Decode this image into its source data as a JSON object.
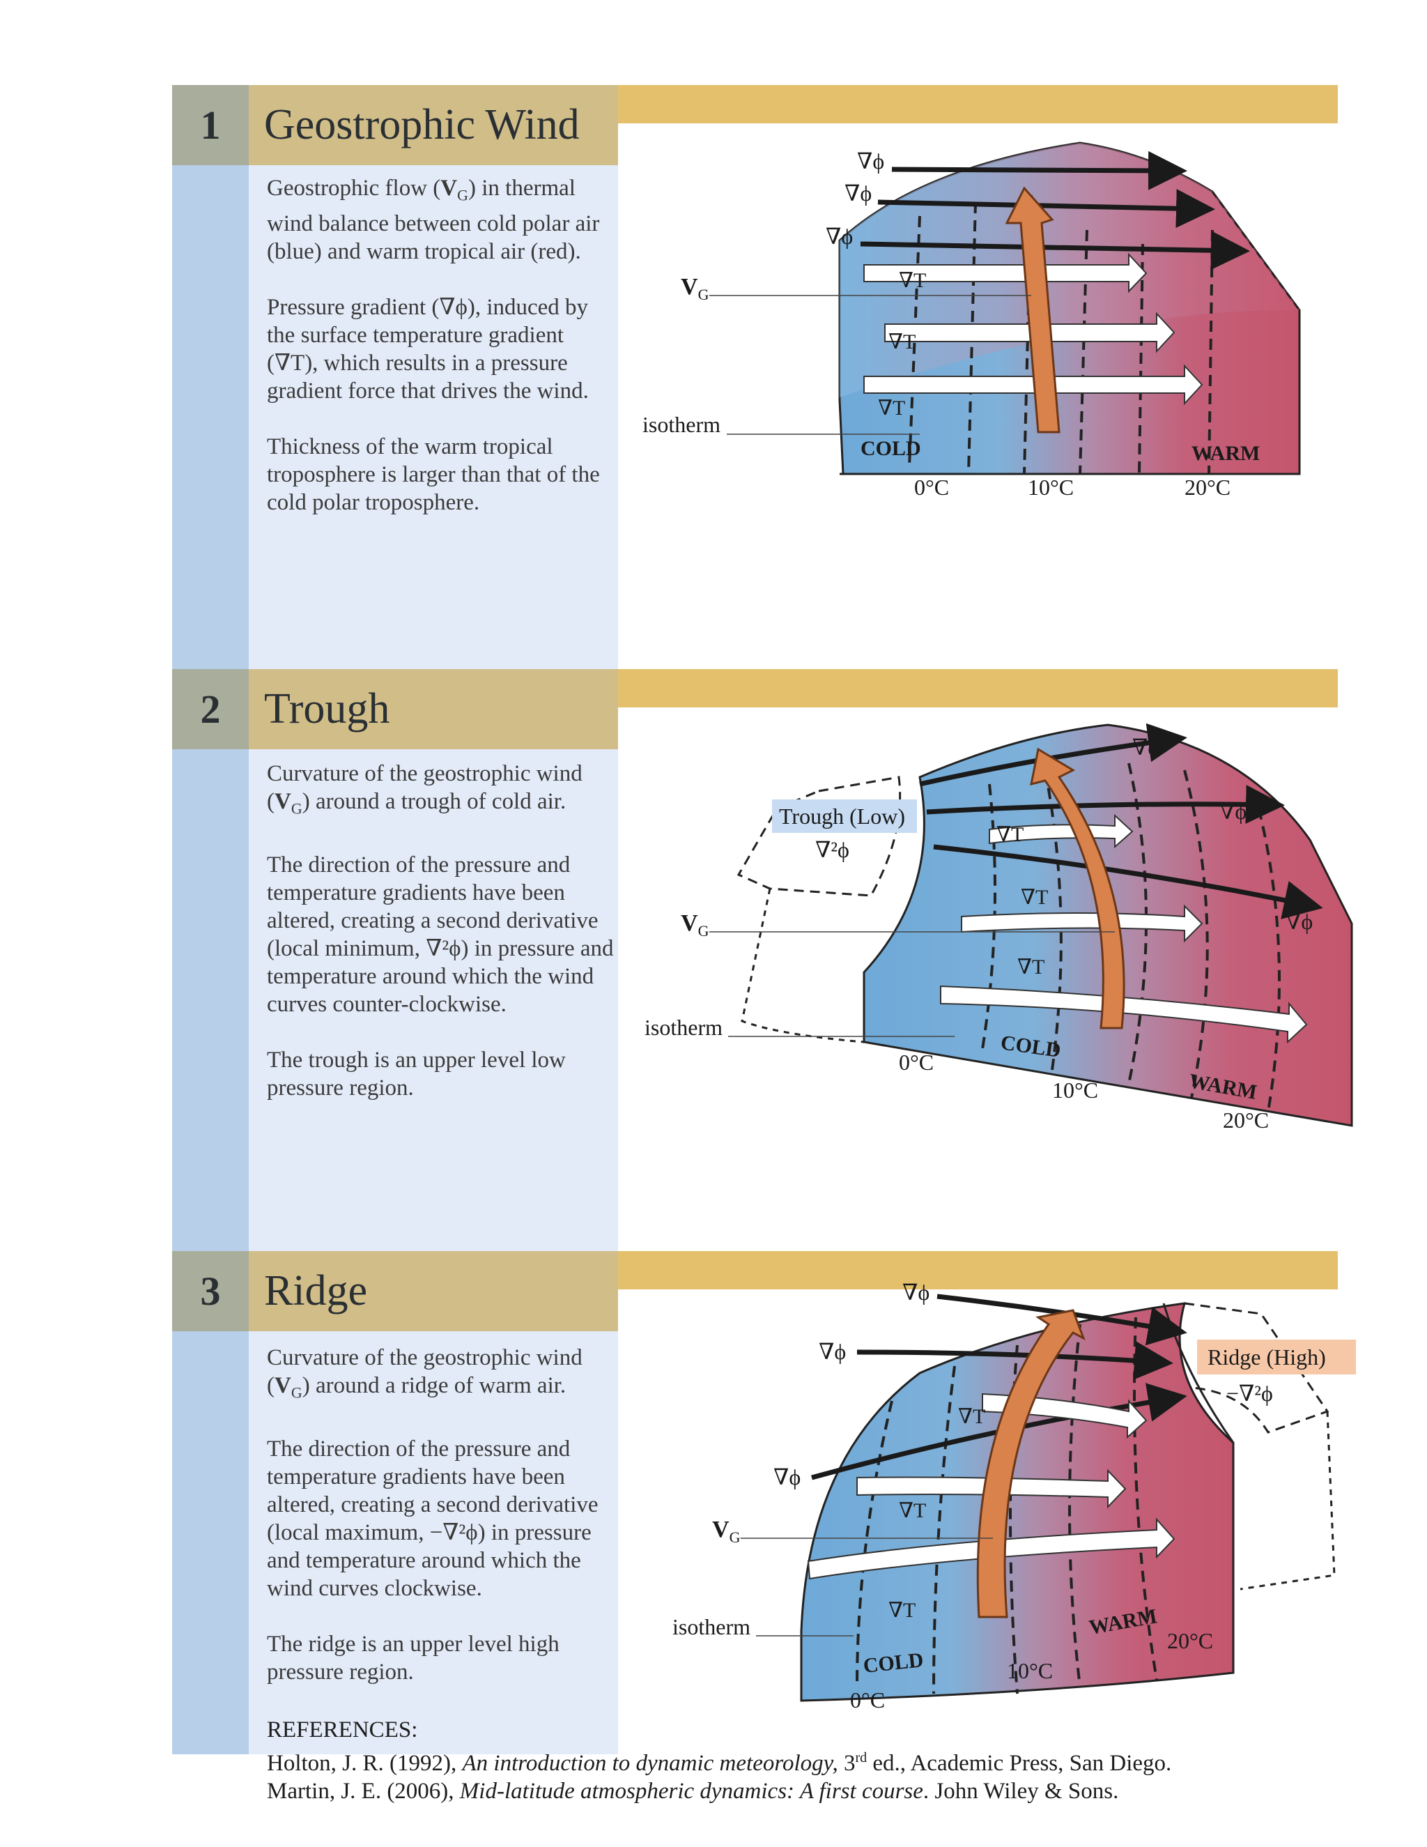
{
  "sections": [
    {
      "number": "1",
      "title": "Geostrophic Wind",
      "paragraphs": [
        [
          "Geostrophic flow (",
          "V",
          "G",
          ") in thermal wind balance between cold polar air (blue) and warm tropical air (red)."
        ],
        [
          "Pressure gradient (∇ϕ), induced by the surface temperature gradient (∇T), which results in a pressure gradient force that drives the wind."
        ],
        [
          "Thickness of the warm tropical troposphere is larger than that of the cold polar troposphere."
        ]
      ],
      "figure": {
        "grad_phi": "∇ϕ",
        "grad_t": "∇T",
        "vg": "V",
        "vg_sub": "G",
        "isotherm": "isotherm",
        "cold": "COLD",
        "warm": "WARM",
        "temps": [
          "0°C",
          "10°C",
          "20°C"
        ]
      }
    },
    {
      "number": "2",
      "title": "Trough",
      "paragraphs": [
        [
          "Curvature of the geostrophic wind (",
          "V",
          "G",
          ") around a trough of cold air."
        ],
        [
          "The direction of the pressure and temperature gradients have been altered, creating a second derivative (local minimum, ∇²ϕ) in pressure and temperature around which the wind curves counter-clockwise."
        ],
        [
          "The trough is an upper level low pressure region."
        ]
      ],
      "figure": {
        "grad_phi": "∇ϕ",
        "grad_t": "∇T",
        "vg": "V",
        "vg_sub": "G",
        "isotherm": "isotherm",
        "cold": "COLD",
        "warm": "WARM",
        "temps": [
          "0°C",
          "10°C",
          "20°C"
        ],
        "feature_label": "Trough (Low)",
        "feature_symbol": "∇²ϕ"
      }
    },
    {
      "number": "3",
      "title": "Ridge",
      "paragraphs": [
        [
          "Curvature of the geostrophic wind (",
          "V",
          "G",
          ") around a ridge of warm air."
        ],
        [
          "The direction of the pressure and temperature gradients have been altered, creating a second derivative (local maximum, −∇²ϕ) in pressure and temperature around which the wind curves clockwise."
        ],
        [
          "The ridge is an upper level high pressure region."
        ]
      ],
      "figure": {
        "grad_phi": "∇ϕ",
        "grad_t": "∇T",
        "vg": "V",
        "vg_sub": "G",
        "isotherm": "isotherm",
        "cold": "COLD",
        "warm": "WARM",
        "temps": [
          "0°C",
          "10°C",
          "20°C"
        ],
        "feature_label": "Ridge (High)",
        "feature_symbol": "−∇²ϕ"
      }
    }
  ],
  "references": {
    "heading": "REFERENCES:",
    "ref1": {
      "pre": "Holton, J. R. (1992), ",
      "title": "An introduction to dynamic meteorology,",
      "edition": " 3",
      "sup": "rd",
      "post": " ed., Academic Press, San Diego."
    },
    "ref2": {
      "pre": "Martin, J. E. (2006), ",
      "title": "Mid-latitude atmospheric dynamics: A first course",
      "post": ". John Wiley & Sons."
    }
  },
  "colors": {
    "cold": "#6ea9d8",
    "warm": "#c4566c",
    "number_col": "#b7cfe9",
    "text_col": "#e3ebf8",
    "title_bg": "#d0bd88",
    "number_bg": "#a9ad9b",
    "accent_bar": "#e4c06c",
    "vg_arrow": "#d9824c",
    "trough_label_bg": "#c7dbf2",
    "ridge_label_bg": "#f7c8a8"
  }
}
